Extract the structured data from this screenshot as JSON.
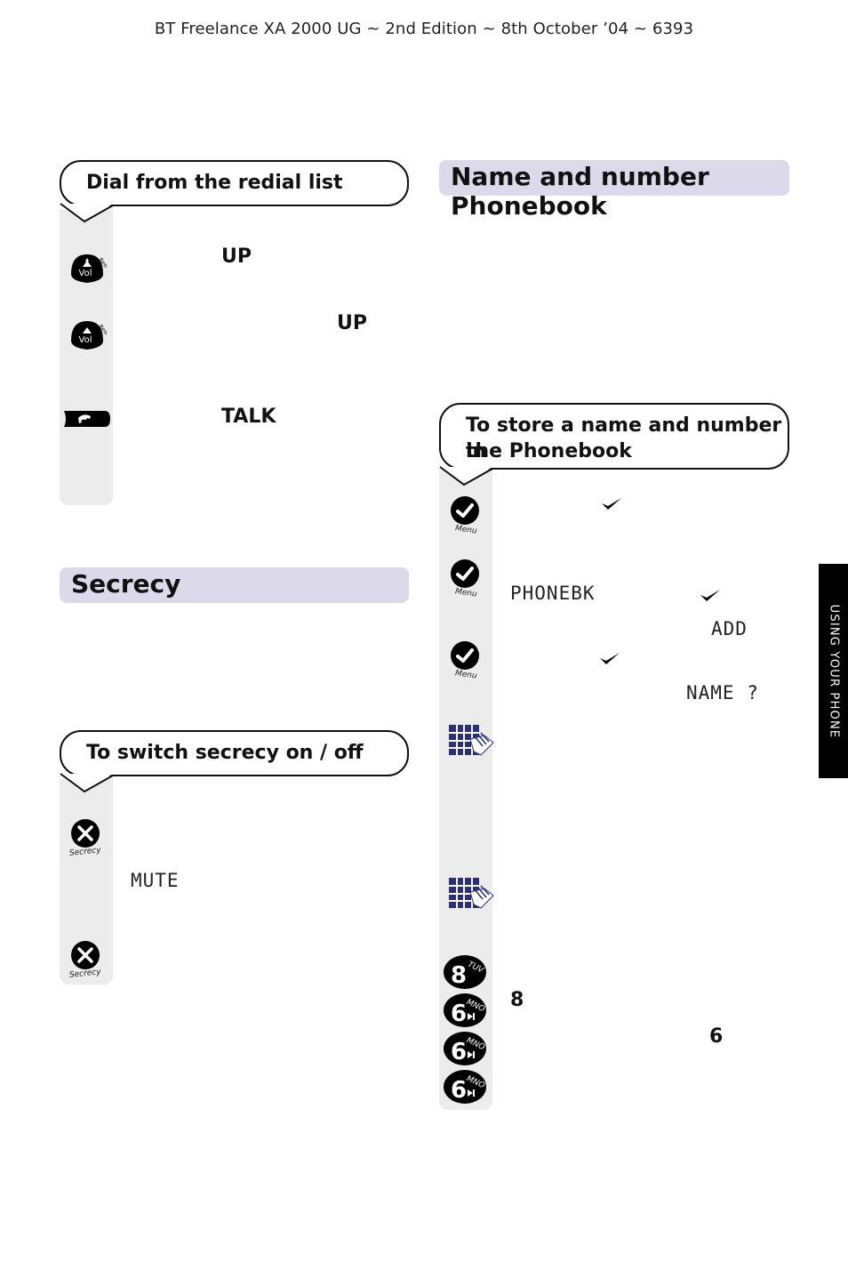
{
  "header": "BT Freelance XA 2000 UG ~ 2nd Edition ~ 8th October ’04 ~ 6393",
  "left": {
    "redial_box": {
      "title": "Dial from the redial list",
      "up_1": "UP",
      "up_2": "UP",
      "talk": "TALK",
      "icon_label_vol": "Vol",
      "icon_label_redial": "Redial"
    },
    "secrecy": {
      "title": "Secrecy",
      "box_title": "To switch secrecy on / off",
      "mute": "MUTE",
      "icon_label": "Secrecy"
    }
  },
  "right": {
    "title": "Name and number Phonebook",
    "store_box": {
      "title_line1": "To store a name and number in",
      "title_line2": "the Phonebook",
      "phonebk": "PHONEBK",
      "add": "ADD",
      "name_prompt": "NAME ?",
      "key_8": "8",
      "key_6": "6",
      "icon_label_menu": "Menu",
      "keypad_keys": [
        {
          "digit": "8",
          "letters": "TUV"
        },
        {
          "digit": "6",
          "letters": "MNO"
        },
        {
          "digit": "6",
          "letters": "MNO"
        },
        {
          "digit": "6",
          "letters": "MNO"
        }
      ]
    }
  },
  "side_tab": "USING YOUR PHONE"
}
